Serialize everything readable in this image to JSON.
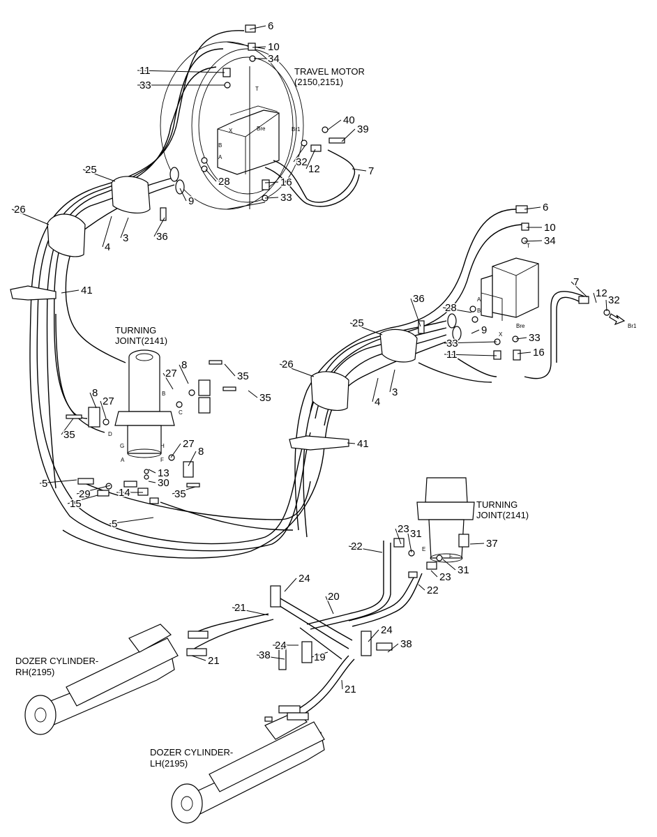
{
  "titles": {
    "travel_motor": [
      "TRAVEL MOTOR",
      "(2150,2151)"
    ],
    "turning_joint_1": [
      "TURNING",
      "JOINT(2141)"
    ],
    "turning_joint_2": [
      "TURNING",
      "JOINT(2141)"
    ],
    "dozer_rh": [
      "DOZER CYLINDER-",
      "RH(2195)"
    ],
    "dozer_lh": [
      "DOZER CYLINDER-",
      "LH(2195)"
    ]
  },
  "part_labels": [
    "6",
    "10",
    "34",
    "11",
    "33",
    "40",
    "39",
    "32",
    "12",
    "7",
    "16",
    "33",
    "28",
    "9",
    "25",
    "26",
    "4",
    "3",
    "36",
    "6",
    "10",
    "34",
    "7",
    "12",
    "32",
    "36",
    "28",
    "25",
    "33",
    "33",
    "11",
    "16",
    "9",
    "26",
    "4",
    "3",
    "41",
    "41",
    "8",
    "27",
    "35",
    "35",
    "8",
    "27",
    "35",
    "27",
    "8",
    "13",
    "30",
    "35",
    "29",
    "15",
    "14",
    "5",
    "5",
    "22",
    "23",
    "31",
    "37",
    "23",
    "31",
    "22",
    "24",
    "20",
    "21",
    "24",
    "19",
    "38",
    "21",
    "24",
    "38",
    "21"
  ],
  "port_labels": [
    "X",
    "B",
    "A",
    "Bre",
    "Br1",
    "T",
    "A",
    "B",
    "X",
    "Bre",
    "T",
    "B",
    "C",
    "D",
    "G",
    "H",
    "A",
    "F",
    "E",
    "F",
    "E"
  ],
  "annotations": {
    "arrow_br1": "Br1"
  }
}
